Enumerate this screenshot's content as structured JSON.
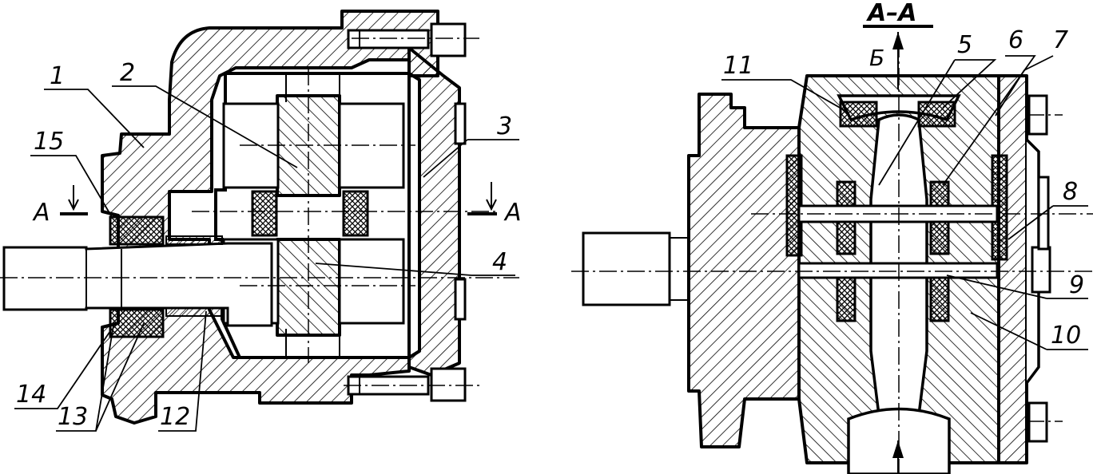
{
  "figure": {
    "section_label": "А–А",
    "view_mark": "Б",
    "cut_marks": [
      "А",
      "А"
    ],
    "callouts": [
      "1",
      "2",
      "3",
      "4",
      "5",
      "6",
      "7",
      "8",
      "9",
      "10",
      "11",
      "12",
      "13",
      "14",
      "15"
    ]
  },
  "colors": {
    "ink": "#000000",
    "paper": "#ffffff"
  }
}
